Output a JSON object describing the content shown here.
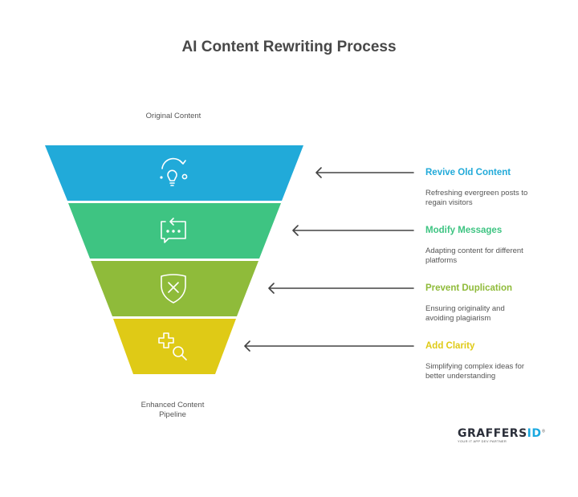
{
  "title": "AI Content Rewriting Process",
  "top_label": "Original Content",
  "bottom_label_line1": "Enhanced Content",
  "bottom_label_line2": "Pipeline",
  "stages": [
    {
      "title": "Revive Old Content",
      "desc_line1": "Refreshing evergreen posts to",
      "desc_line2": "regain visitors",
      "color": "#21aad9",
      "icon": "lightbulb-refresh-icon"
    },
    {
      "title": "Modify Messages",
      "desc_line1": "Adapting content for different",
      "desc_line2": "platforms",
      "color": "#3ec482",
      "icon": "message-swap-icon"
    },
    {
      "title": "Prevent Duplication",
      "desc_line1": "Ensuring originality and",
      "desc_line2": "avoiding plagiarism",
      "color": "#8fbb3a",
      "icon": "shield-x-icon"
    },
    {
      "title": "Add Clarity",
      "desc_line1": "Simplifying complex ideas for",
      "desc_line2": "better understanding",
      "color": "#dfca16",
      "icon": "plus-search-icon"
    }
  ],
  "logo": {
    "main": "GRAFFERS",
    "accent": "ID",
    "sup": "®",
    "tagline": "YOUR IT APP DEV PARTNER"
  }
}
